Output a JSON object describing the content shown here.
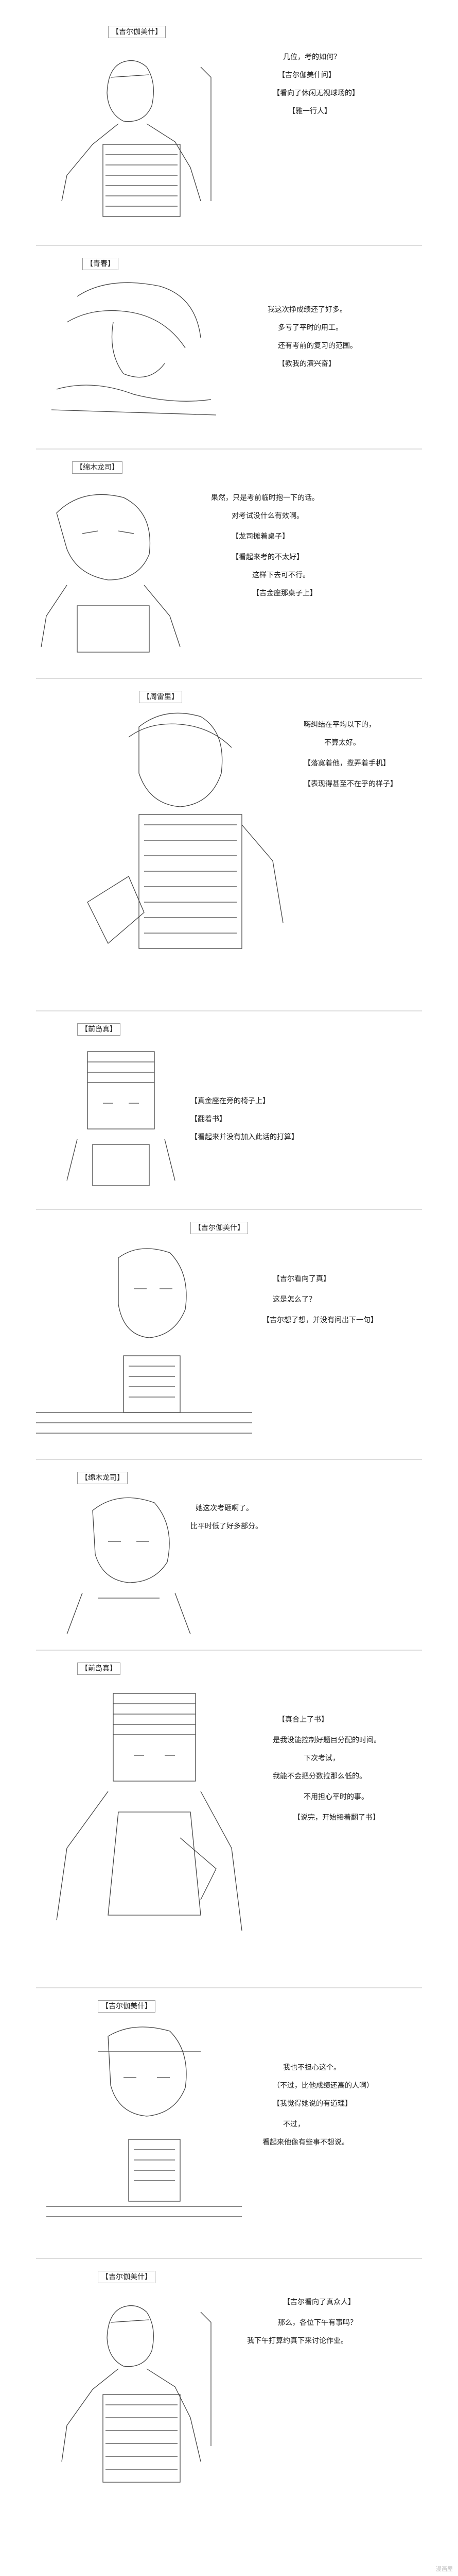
{
  "colors": {
    "ink": "#222222",
    "border": "#999999",
    "divider": "#dddddd",
    "watermark": "#c0c0c0"
  },
  "panels": [
    {
      "id": "p1",
      "speaker": "【吉尔伽美什】",
      "lines": [
        "几位，考的如何？",
        "【吉尔伽美什问】",
        "【看向了休闲无视球场的】",
        "【雅一行人】"
      ]
    },
    {
      "id": "p2",
      "speaker": "【青春】",
      "lines": [
        "我这次挣成绩还了好多。",
        "多亏了平时的用工。",
        "还有考前的复习的范围。",
        "【教我的演兴奋】"
      ]
    },
    {
      "id": "p3",
      "speaker": "【绵木龙司】",
      "lines": [
        "果然，只是考前临时抱一下的话。",
        "对考试没什么有效啊。",
        "【龙司摊着桌子】",
        "【看起来考的不太好】",
        "这样下去可不行。",
        "【吉金座那桌子上】"
      ]
    },
    {
      "id": "p4",
      "speaker": "【周雷里】",
      "lines": [
        "嗨纠结在平均以下的，",
        "不算太好。",
        "【落寞着他，揽弄着手机】",
        "【表现得甚至不在乎的样子】"
      ]
    },
    {
      "id": "p5",
      "speaker": "【前岛真】",
      "lines": [
        "【真金座在旁的椅子上】",
        "【翻着书】",
        "【看起来并没有加入此话的打算】"
      ]
    },
    {
      "id": "p6",
      "speaker": "【吉尔伽美什】",
      "lines": [
        "【吉尔看向了真】",
        "这是怎么了？",
        "【吉尔想了想，并没有问出下一句】"
      ]
    },
    {
      "id": "p7",
      "speaker": "【绵木龙司】",
      "lines": [
        "她这次考砸啊了。",
        "比平时低了好多部分。"
      ]
    },
    {
      "id": "p8",
      "speaker": "【前岛真】",
      "lines": [
        "【真合上了书】",
        "是我没能控制好题目分配的时间。",
        "下次考试，",
        "我能不会把分数拉那么低的。",
        "不用担心平时的事。",
        "【说完，开始接着翻了书】"
      ]
    },
    {
      "id": "p9",
      "speaker": "【吉尔伽美什】",
      "lines": [
        "我也不担心这个。",
        "（不过，比他成绩还高的人啊）",
        "【我觉得她说的有道理】",
        "不过，",
        "看起来他像有些事不想说。"
      ]
    },
    {
      "id": "p10",
      "speaker": "【吉尔伽美什】",
      "lines": [
        "【吉尔看向了真众人】",
        "那么，各位下午有事吗？",
        "我下午打算约真下来讨论作业。"
      ]
    }
  ],
  "watermark": "漫画屋"
}
